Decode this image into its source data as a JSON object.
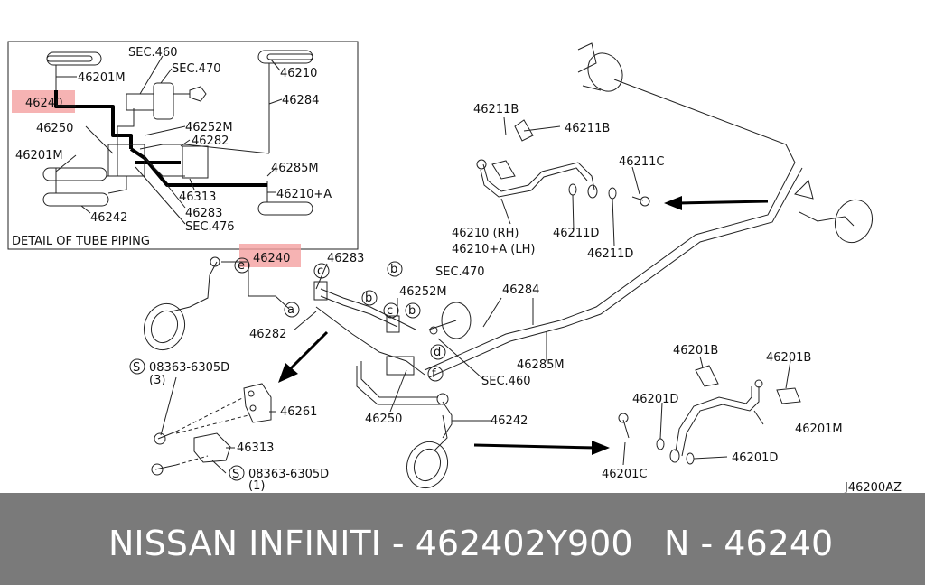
{
  "detail": {
    "caption": "DETAIL OF TUBE PIPING",
    "labels": {
      "sec460": "SEC.460",
      "sec470": "SEC.470",
      "p46201m_a": "46201M",
      "p46240": "46240",
      "p46250": "46250",
      "p46201m_b": "46201M",
      "p46242": "46242",
      "p46252m": "46252M",
      "p46282": "46282",
      "p46313": "46313",
      "p46283": "46283",
      "sec476": "SEC.476",
      "p46210": "46210",
      "p46284": "46284",
      "p46285m": "46285M",
      "p46210a": "46210+A"
    }
  },
  "main": {
    "labels": {
      "p46240": "46240",
      "p46283": "46283",
      "p46282": "46282",
      "p46252m": "46252M",
      "sec470": "SEC.470",
      "p46284": "46284",
      "p46285m": "46285M",
      "sec460": "SEC.460",
      "p46250": "46250",
      "p46242": "46242",
      "p46261": "46261",
      "p46313": "46313",
      "bolt_top": "08363-6305D",
      "bolt_top_qty": "(3)",
      "bolt_bot": "08363-6305D",
      "bolt_bot_qty": "(1)",
      "s_mark": "S",
      "p46211b_a": "46211B",
      "p46211b_b": "46211B",
      "p46211c": "46211C",
      "p46211d_a": "46211D",
      "p46211d_b": "46211D",
      "p46210rh": "46210 (RH)",
      "p46210lh": "46210+A (LH)",
      "p46201b_a": "46201B",
      "p46201b_b": "46201B",
      "p46201d_a": "46201D",
      "p46201d_b": "46201D",
      "p46201m": "46201M",
      "p46201c": "46201C",
      "code": "J46200AZ",
      "ca": "a",
      "cb": "b",
      "cb2": "b",
      "cc": "c",
      "cc2": "c",
      "cd": "d",
      "ce": "e",
      "cf": "f",
      "cb3": "b"
    }
  },
  "banner": {
    "left": "NISSAN  INFINITI - 462402Y900",
    "right": "N - 46240"
  },
  "colors": {
    "highlight": "#f4a0a0",
    "banner_bg": "#7a7a7a"
  }
}
